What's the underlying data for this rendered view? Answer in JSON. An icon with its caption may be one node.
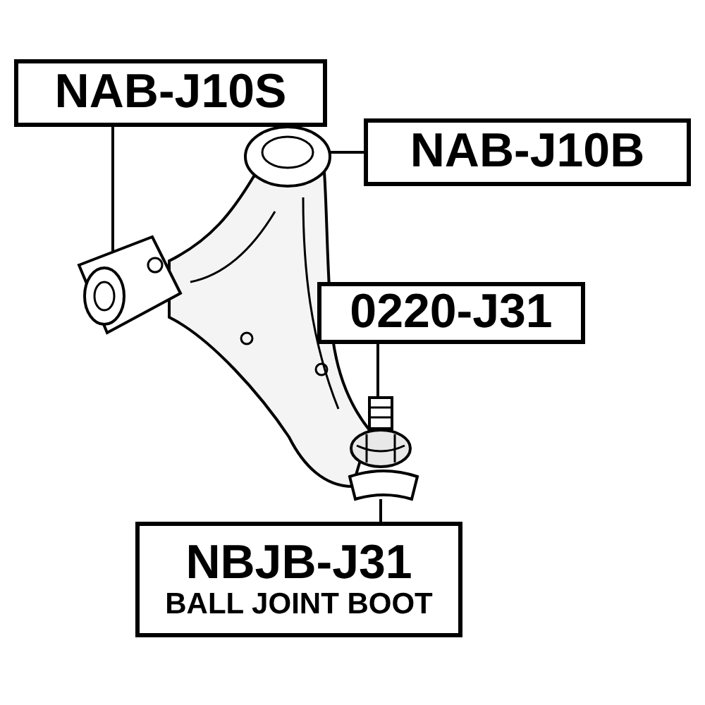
{
  "diagram": {
    "nodes": [
      {
        "text": [
          "NAB-J10S"
        ]
      },
      {
        "text": [
          "NAB-J10B"
        ]
      },
      {
        "text": [
          "0220-J31"
        ]
      },
      {
        "text": [
          "NBJB-J31",
          "BALL JOINT BOOT"
        ]
      },
      {
        "text": [],
        "shape": "picture"
      },
      {
        "text": [],
        "shape": "picture"
      },
      {
        "text": [],
        "shape": "picture"
      },
      {
        "text": [],
        "shape": "picture"
      }
    ],
    "edges": [
      {
        "from": 0,
        "to": 4,
        "arrow": "none"
      },
      {
        "from": 1,
        "to": 5,
        "arrow": "none"
      },
      {
        "from": 2,
        "to": 6,
        "arrow": "none"
      },
      {
        "from": 3,
        "to": 7,
        "arrow": "none"
      }
    ]
  }
}
